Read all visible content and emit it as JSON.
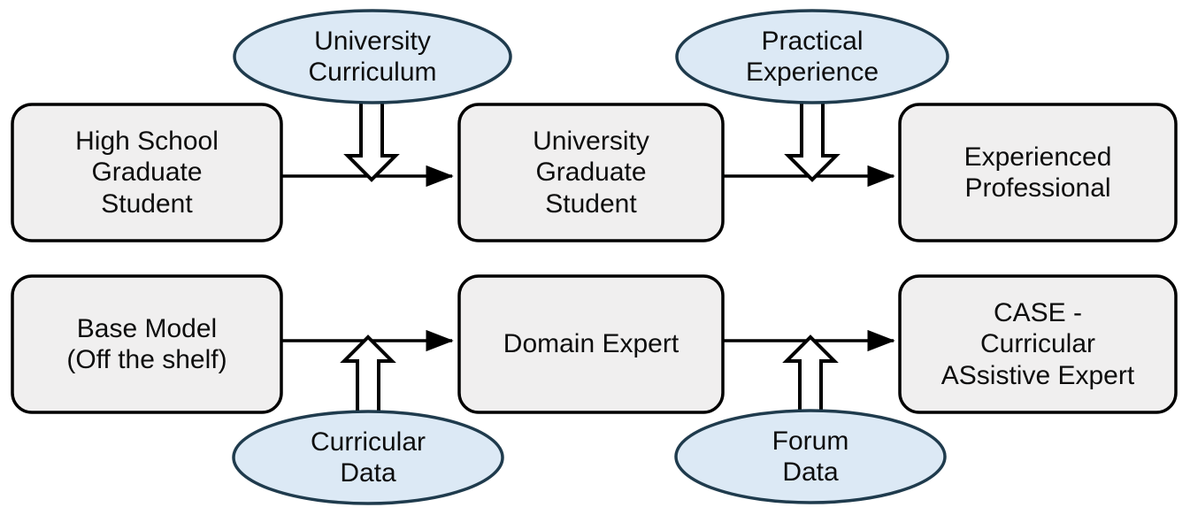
{
  "diagram": {
    "title": "Parallel analogy between human expertise development and LLM expert model development",
    "colors": {
      "box_fill": "#f0efef",
      "box_stroke": "#000000",
      "ellipse_fill": "#dce9f5",
      "ellipse_stroke": "#1f3b4d",
      "arrow_stroke": "#000000",
      "block_arrow_fill": "#ffffff",
      "text": "#0d0d0d",
      "background": "#ffffff"
    },
    "rows": [
      {
        "name": "human-track",
        "boxes": [
          {
            "id": "high-school-graduate-student",
            "label": "High School\nGraduate\nStudent"
          },
          {
            "id": "university-graduate-student",
            "label": "University\nGraduate\nStudent"
          },
          {
            "id": "experienced-professional",
            "label": "Experienced\nProfessional"
          }
        ],
        "ellipses": [
          {
            "id": "university-curriculum",
            "label": "University\nCurriculum"
          },
          {
            "id": "practical-experience",
            "label": "Practical\nExperience"
          }
        ]
      },
      {
        "name": "model-track",
        "boxes": [
          {
            "id": "base-model",
            "label": "Base Model\n(Off the shelf)"
          },
          {
            "id": "domain-expert",
            "label": "Domain Expert"
          },
          {
            "id": "case-expert",
            "label": "CASE -\nCurricular\nASsistive Expert"
          }
        ],
        "ellipses": [
          {
            "id": "curricular-data",
            "label": "Curricular\nData"
          },
          {
            "id": "forum-data",
            "label": "Forum\nData"
          }
        ]
      }
    ]
  }
}
